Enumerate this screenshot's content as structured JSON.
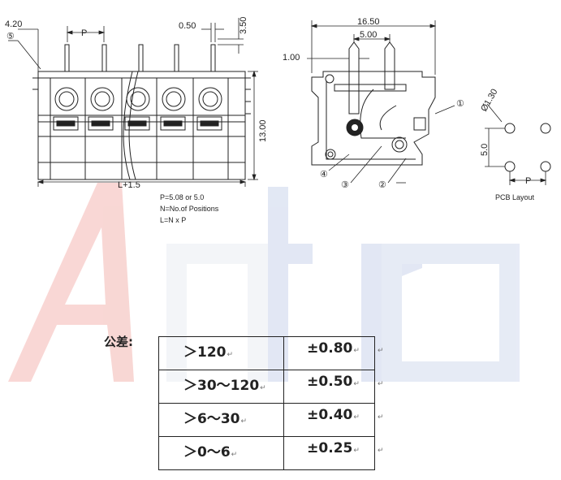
{
  "watermark": {
    "text": "Antron",
    "color_left": "#f6c9c6",
    "color_right": "#d6dff2"
  },
  "front_view": {
    "dim_top_left": "4.20",
    "pitch": "P",
    "pin_width": "0.50",
    "pin_length": "3.50",
    "height": "13.00",
    "length": "L+1.5",
    "callout": "⑤",
    "notes": [
      "P=5.08 or 5.0",
      "N=No.of Positions",
      "L=N x P"
    ]
  },
  "side_view": {
    "width": "16.50",
    "pin_spacing": "5.00",
    "pin_offset": "1.00",
    "callouts": [
      "①",
      "②",
      "③",
      "④"
    ]
  },
  "pcb_layout": {
    "hole_dia": "Ø1.30",
    "row_spacing": "5.0",
    "pitch": "P",
    "caption": "PCB Layout"
  },
  "tolerance": {
    "label": "公差:",
    "mark": "↵",
    "rows": [
      {
        "range": "＞120",
        "tol": "±0.80"
      },
      {
        "range": "＞30～120",
        "tol": "±0.50"
      },
      {
        "range": "＞6～30",
        "tol": "±0.40"
      },
      {
        "range": "＞0～6",
        "tol": "±0.25"
      }
    ]
  }
}
